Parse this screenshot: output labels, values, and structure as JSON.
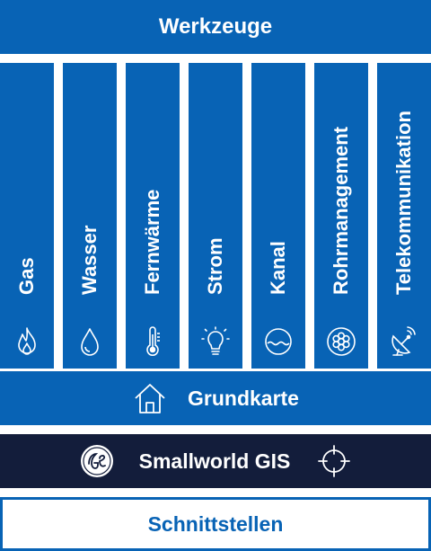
{
  "header": {
    "title": "Werkzeuge"
  },
  "columns": [
    {
      "label": "Gas",
      "icon": "flame-icon"
    },
    {
      "label": "Wasser",
      "icon": "water-drop-icon"
    },
    {
      "label": "Fernwärme",
      "icon": "thermometer-icon"
    },
    {
      "label": "Strom",
      "icon": "light-bulb-icon"
    },
    {
      "label": "Kanal",
      "icon": "sewer-pipe-icon"
    },
    {
      "label": "Rohrmanagement",
      "icon": "pipe-bundle-icon"
    },
    {
      "label": "Telekommunikation",
      "icon": "satellite-dish-icon"
    }
  ],
  "basemap": {
    "label": "Grundkarte",
    "icon": "house-icon"
  },
  "gis": {
    "label": "Smallworld GIS",
    "logo": "ge-logo",
    "icon": "crosshair-target-icon"
  },
  "interfaces": {
    "label": "Schnittstellen"
  },
  "colors": {
    "primary": "#0863b5",
    "dark": "#131d3b",
    "text_light": "#ffffff"
  }
}
